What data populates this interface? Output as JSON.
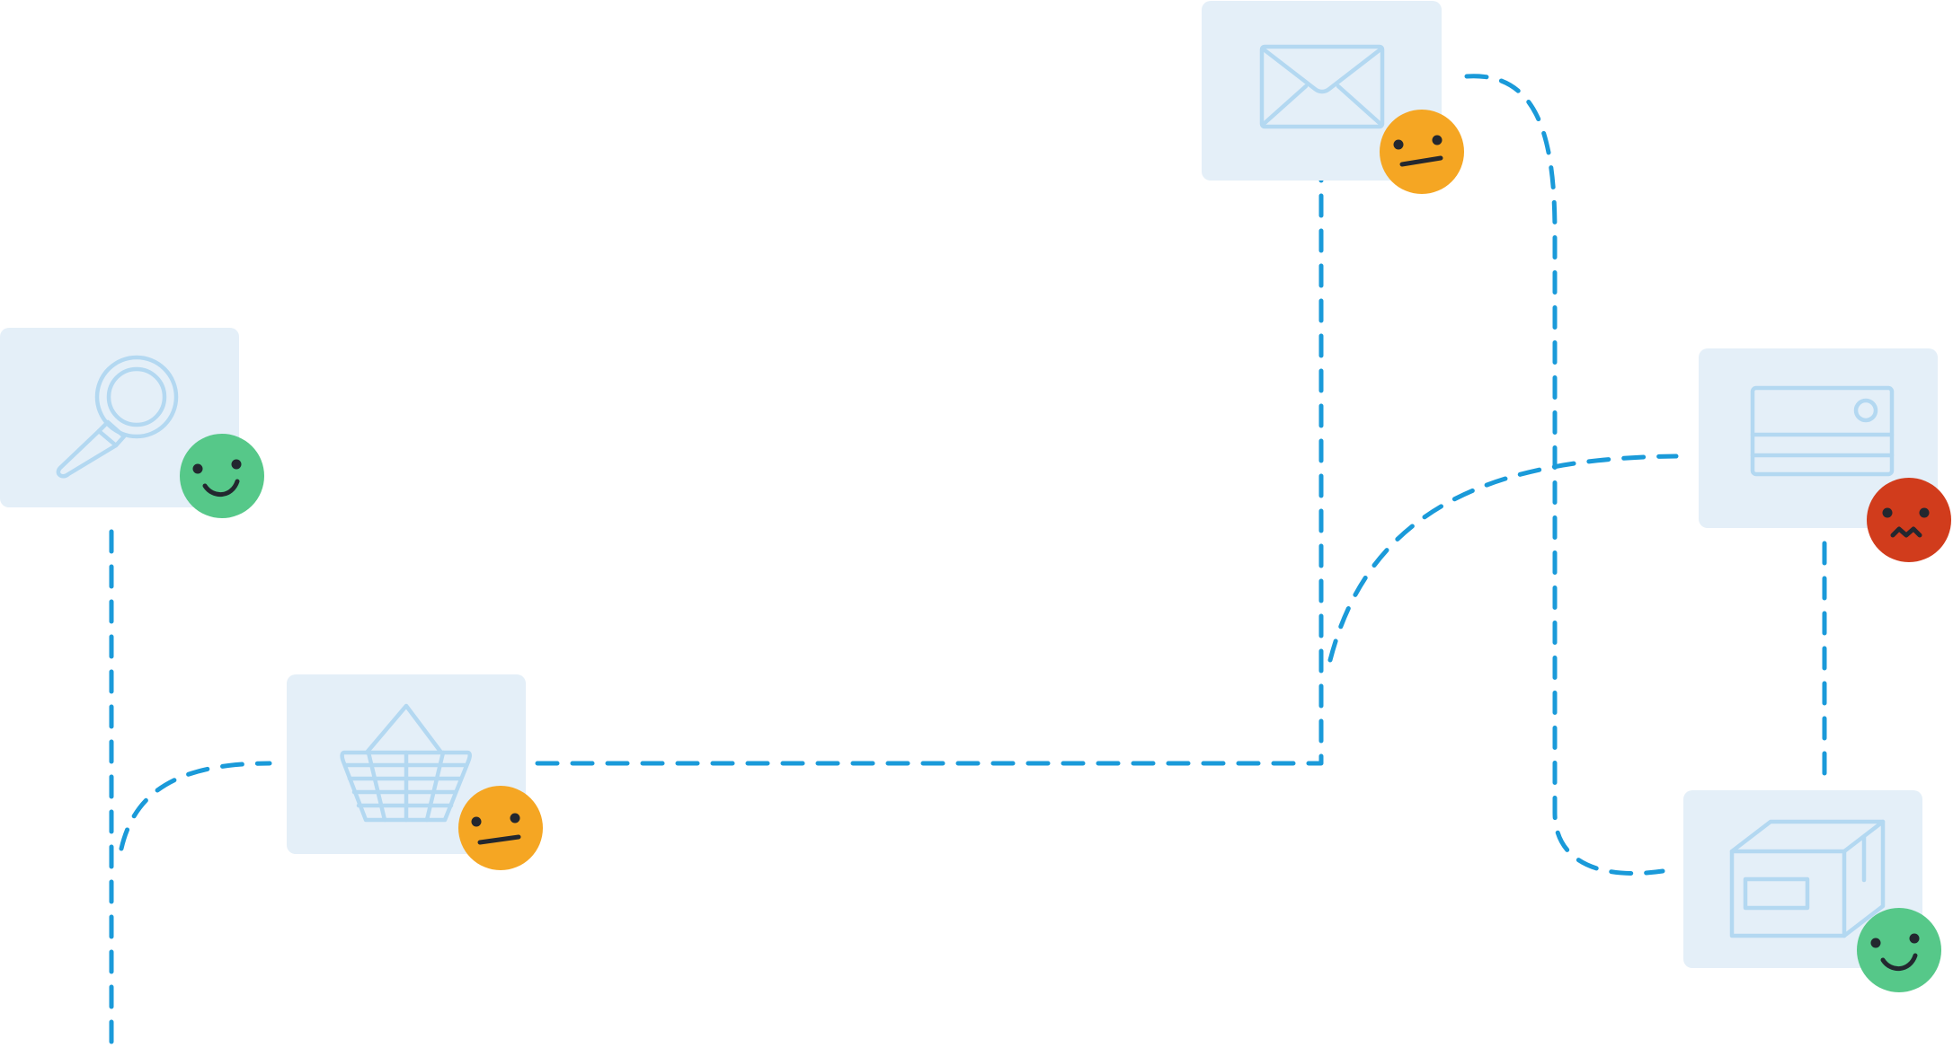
{
  "colors": {
    "path": "#1a9ad9",
    "card": "#e4eff8",
    "icon": "#b3d8f1",
    "face_feature": "#23272f",
    "happy": "#56c889",
    "neutral": "#f5a623",
    "unhappy": "#d13c1c"
  },
  "steps": [
    {
      "id": "search",
      "icon": "magnifier-icon",
      "sentiment": "happy"
    },
    {
      "id": "basket",
      "icon": "shopping-basket-icon",
      "sentiment": "neutral"
    },
    {
      "id": "email",
      "icon": "envelope-icon",
      "sentiment": "neutral"
    },
    {
      "id": "payment",
      "icon": "credit-card-icon",
      "sentiment": "unhappy"
    },
    {
      "id": "delivery",
      "icon": "package-box-icon",
      "sentiment": "happy"
    }
  ]
}
